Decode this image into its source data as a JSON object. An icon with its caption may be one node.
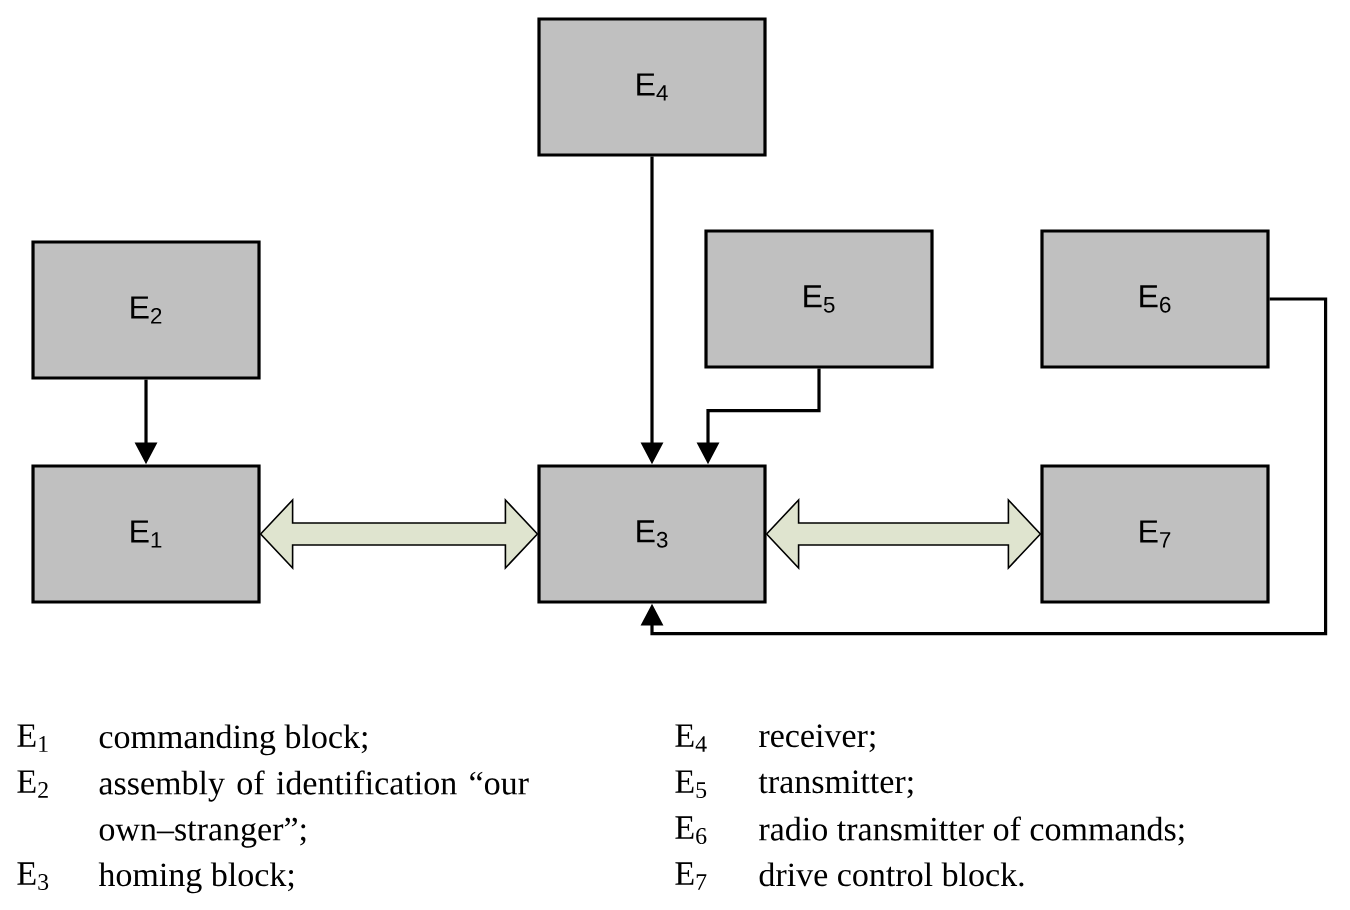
{
  "diagram": {
    "nodes": [
      {
        "text": [
          "E$_{4}$"
        ]
      },
      {
        "text": [
          "E$_{2}$"
        ]
      },
      {
        "text": [
          "E$_{5}$"
        ]
      },
      {
        "text": [
          "E$_{6}$"
        ]
      },
      {
        "text": [
          "E$_{1}$"
        ]
      },
      {
        "text": [
          "E$_{3}$"
        ]
      },
      {
        "text": [
          "E$_{7}$"
        ]
      }
    ],
    "edges": [
      {
        "from": 1,
        "to": 4,
        "arrow": "to"
      },
      {
        "from": 0,
        "to": 5,
        "arrow": "to"
      },
      {
        "from": 2,
        "to": 5,
        "arrow": "to"
      },
      {
        "from": 4,
        "to": 5,
        "arrow": "both",
        "style": "thick",
        "color": "#dfe4cf"
      },
      {
        "from": 5,
        "to": 6,
        "arrow": "both",
        "style": "thick",
        "color": "#dfe4cf"
      },
      {
        "from": 3,
        "to": 5,
        "arrow": "to"
      }
    ],
    "labels": [
      "E$_{1}$",
      "commanding block;",
      "E$_{4}$",
      "receiver;",
      "E$_{2}$",
      "assembly of identification “our own–stranger”;",
      "E$_{5}$",
      "transmitter;",
      "E$_{6}$",
      "radio transmitter of commands;",
      "E$_{3}$",
      "homing block;",
      "E$_{7}$",
      "drive control block."
    ]
  }
}
